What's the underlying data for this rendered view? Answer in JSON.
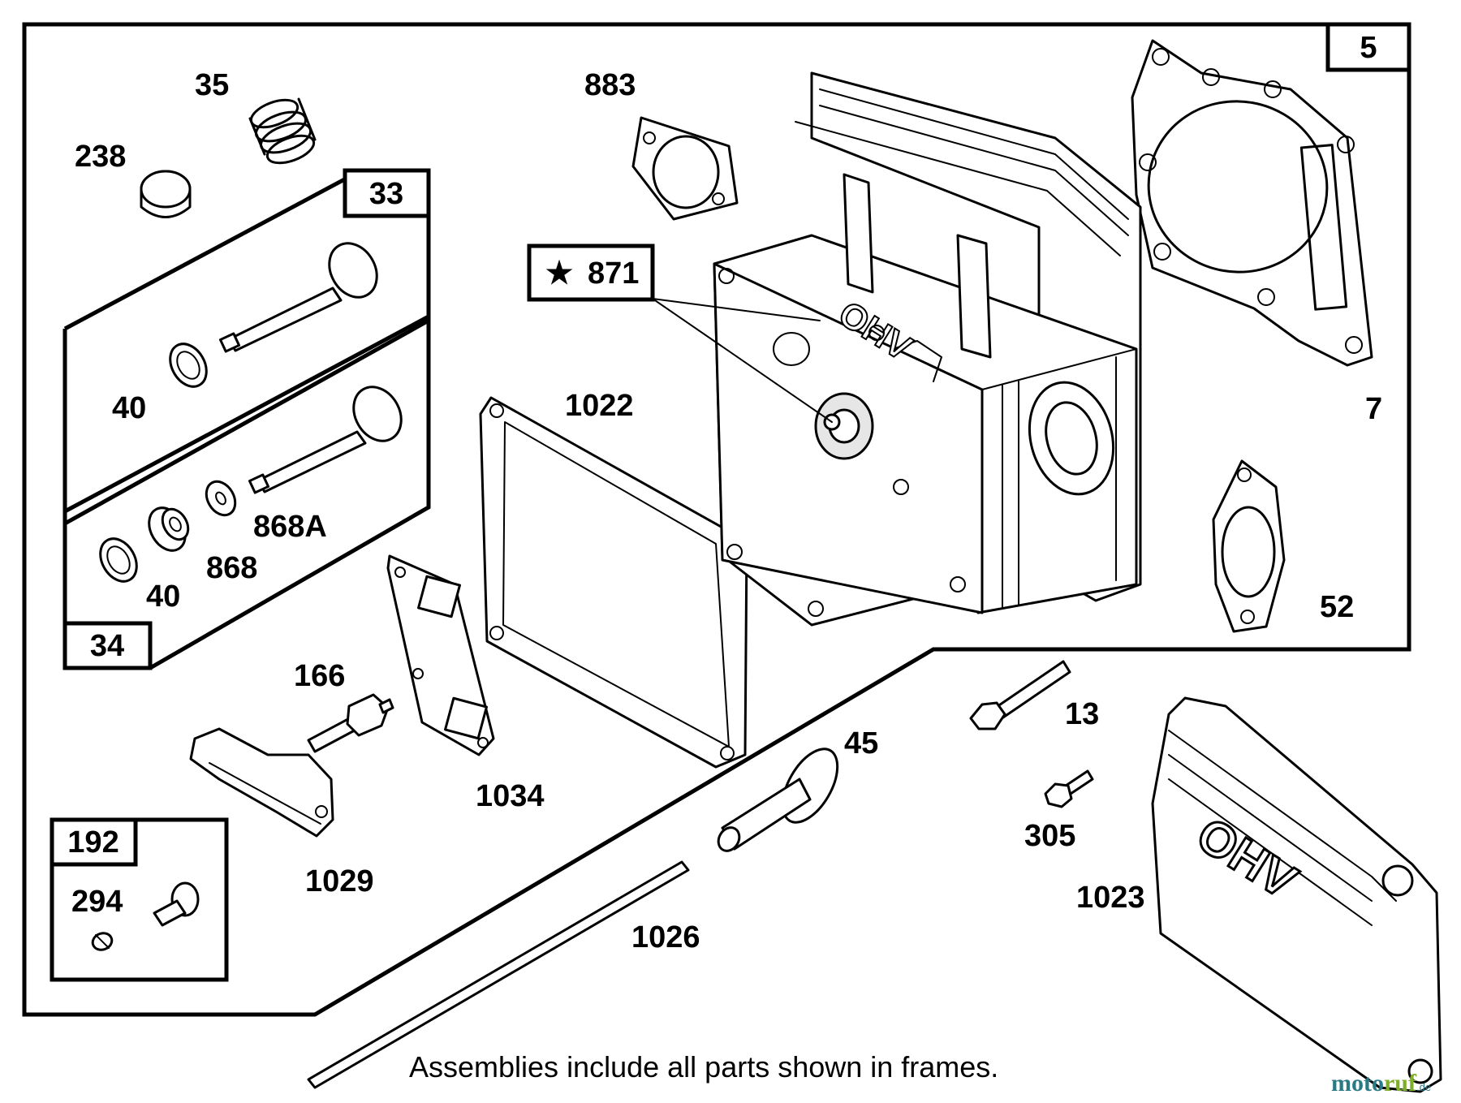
{
  "labels": {
    "p35": "35",
    "p238": "238",
    "p883": "883",
    "p871": "871",
    "p871_star": "★",
    "p40a": "40",
    "p40b": "40",
    "p868a": "868A",
    "p868": "868",
    "p1022": "1022",
    "p7": "7",
    "p52": "52",
    "p166": "166",
    "p1034": "1034",
    "p1029": "1029",
    "p294": "294",
    "p45": "45",
    "p13": "13",
    "p305": "305",
    "p1023": "1023",
    "p1026": "1026"
  },
  "frames": {
    "f5": "5",
    "f33": "33",
    "f34": "34",
    "f192": "192"
  },
  "caption": "Assemblies include all parts shown in frames.",
  "watermark": {
    "part1": "moto",
    "part2": "ruf",
    "suffix": ".de"
  },
  "colors": {
    "watermark_teal": "#2a7a86",
    "watermark_green": "#7fae2a"
  }
}
